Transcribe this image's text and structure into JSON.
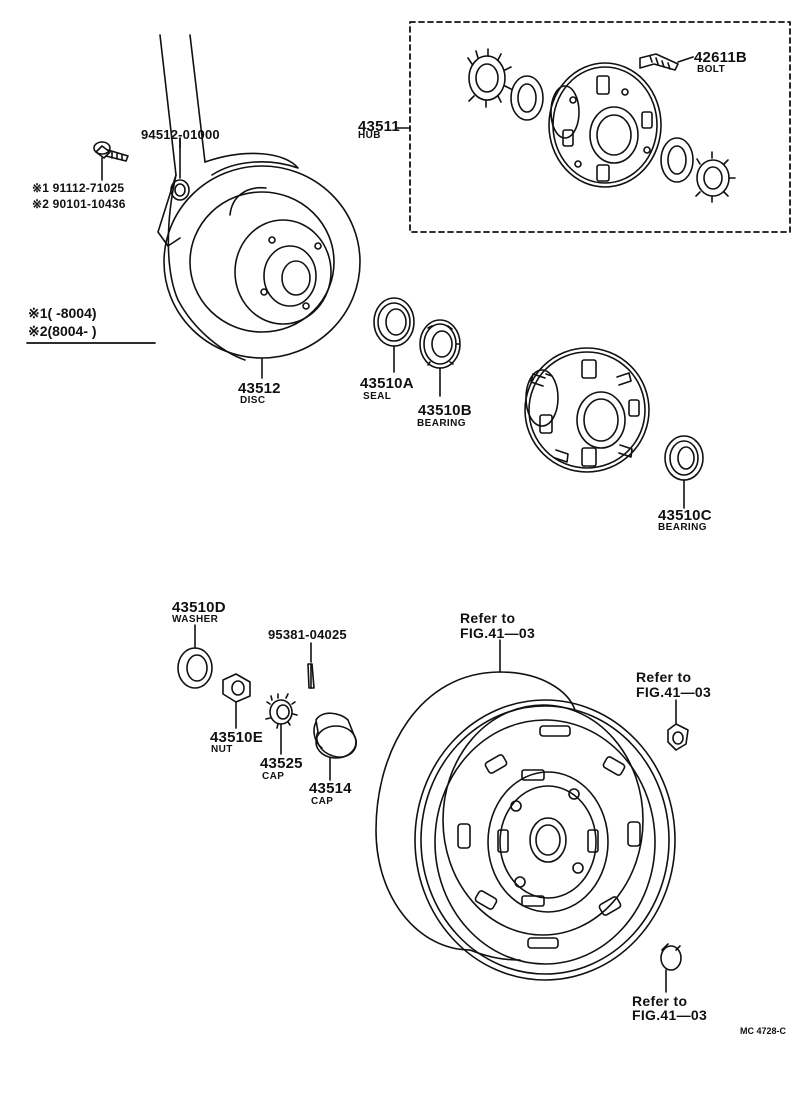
{
  "parts": {
    "p94512": "94512-01000",
    "p191112_code": "※1 91112-71025",
    "p290101_code": "※2 90101-10436",
    "note1": "※1(      -8004)",
    "note2": "※2(8004-        )",
    "p43511": "43511",
    "p43511_name": "HUB",
    "p42611B": "42611B",
    "p42611B_name": "BOLT",
    "p43512": "43512",
    "p43512_name": "DISC",
    "p43510A": "43510A",
    "p43510A_name": "SEAL",
    "p43510B": "43510B",
    "p43510B_name": "BEARING",
    "p43510C": "43510C",
    "p43510C_name": "BEARING",
    "p43510D": "43510D",
    "p43510D_name": "WASHER",
    "p95381": "95381-04025",
    "p43510E": "43510E",
    "p43510E_name": "NUT",
    "p43525": "43525",
    "p43525_name": "CAP",
    "p43514": "43514",
    "p43514_name": "CAP"
  },
  "refs": {
    "wheel_line1": "Refer to",
    "wheel_line2": "FIG.41—03",
    "nut_line1": "Refer to",
    "nut_line2": "FIG.41—03",
    "lug_line1": "Refer to",
    "lug_line2": "FIG.41—03"
  },
  "drawing_code": "MC 4728-C"
}
